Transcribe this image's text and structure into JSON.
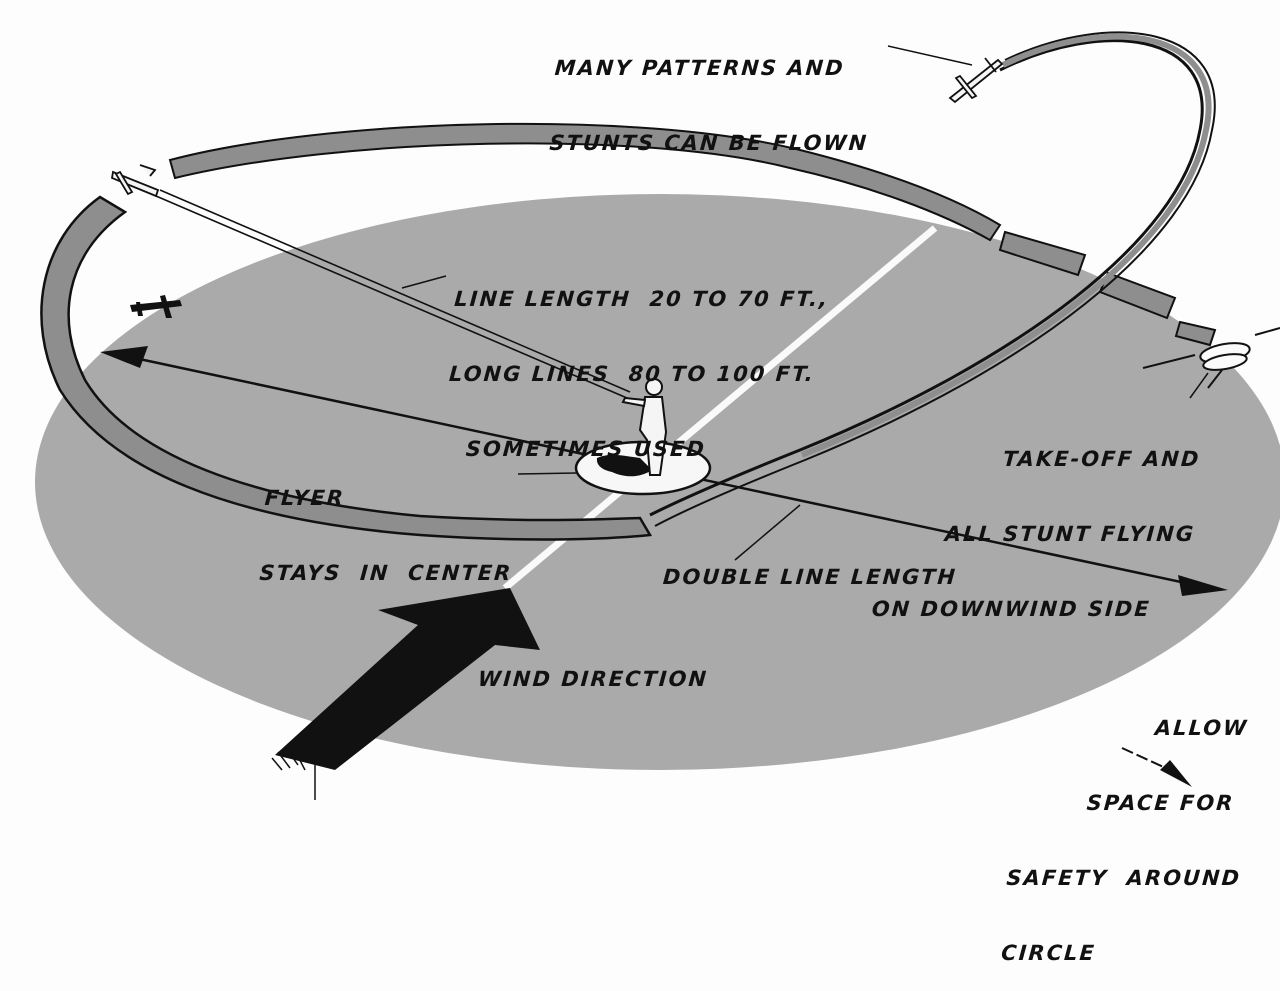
{
  "diagram": {
    "subject": "Control-line model airplane flying circle",
    "colors": {
      "field": "#aaaaaa",
      "flight_band": "#8e8e8e",
      "background": "#fdfdfd",
      "ink": "#111111",
      "center_circle": "#f7f7f7"
    },
    "labels": {
      "patterns": [
        "MANY PATTERNS AND",
        "STUNTS CAN BE FLOWN"
      ],
      "line_length": [
        "LINE LENGTH  20 TO 70 FT.,",
        "LONG LINES  80 TO 100 FT.",
        "SOMETIMES USED"
      ],
      "flyer": [
        "FLYER",
        "STAYS  IN  CENTER"
      ],
      "takeoff": [
        "TAKE-OFF AND",
        "ALL STUNT FLYING",
        "ON DOWNWIND SIDE"
      ],
      "double_line": "DOUBLE LINE LENGTH",
      "wind": "WIND DIRECTION",
      "safety": [
        "ALLOW",
        "SPACE FOR",
        "SAFETY  AROUND",
        "CIRCLE"
      ]
    },
    "elements": {
      "planes": [
        "plane-top-right",
        "plane-upper-left",
        "plane-shadow-left",
        "plane-right"
      ],
      "figure": "flyer-person",
      "arrows": [
        "double-line-arrow",
        "wind-direction-arrow",
        "safety-arrow"
      ]
    }
  }
}
